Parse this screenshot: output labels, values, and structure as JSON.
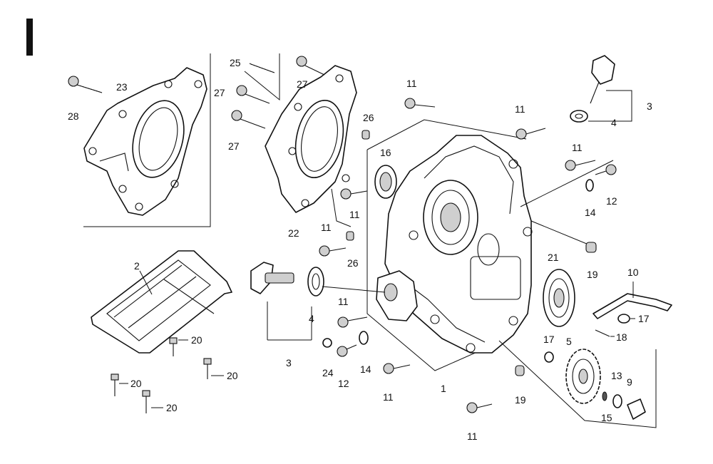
{
  "section_mark": "I",
  "callouts": [
    {
      "id": "c28",
      "text": "28"
    },
    {
      "id": "c23",
      "text": "23"
    },
    {
      "id": "c25",
      "text": "25"
    },
    {
      "id": "c27a",
      "text": "27"
    },
    {
      "id": "c27b",
      "text": "27"
    },
    {
      "id": "c27c",
      "text": "27"
    },
    {
      "id": "c26a",
      "text": "26"
    },
    {
      "id": "c22",
      "text": "22"
    },
    {
      "id": "c26b",
      "text": "26"
    },
    {
      "id": "c11a",
      "text": "11"
    },
    {
      "id": "c11b",
      "text": "11"
    },
    {
      "id": "c11c",
      "text": "11"
    },
    {
      "id": "c11d",
      "text": "11"
    },
    {
      "id": "c11e",
      "text": "11"
    },
    {
      "id": "c11f",
      "text": "11"
    },
    {
      "id": "c11g",
      "text": "11"
    },
    {
      "id": "c11h",
      "text": "11"
    },
    {
      "id": "c3a",
      "text": "3"
    },
    {
      "id": "c4a",
      "text": "4"
    },
    {
      "id": "c12a",
      "text": "12"
    },
    {
      "id": "c14a",
      "text": "14"
    },
    {
      "id": "c16",
      "text": "16"
    },
    {
      "id": "c19a",
      "text": "19"
    },
    {
      "id": "c10",
      "text": "10"
    },
    {
      "id": "c17a",
      "text": "17"
    },
    {
      "id": "c18",
      "text": "18"
    },
    {
      "id": "c21",
      "text": "21"
    },
    {
      "id": "c2",
      "text": "2"
    },
    {
      "id": "c4b",
      "text": "4"
    },
    {
      "id": "c3b",
      "text": "3"
    },
    {
      "id": "c24",
      "text": "24"
    },
    {
      "id": "c12b",
      "text": "12"
    },
    {
      "id": "c14b",
      "text": "14"
    },
    {
      "id": "c1",
      "text": "1"
    },
    {
      "id": "c19b",
      "text": "19"
    },
    {
      "id": "c17b",
      "text": "17"
    },
    {
      "id": "c5",
      "text": "5"
    },
    {
      "id": "c13",
      "text": "13"
    },
    {
      "id": "c9",
      "text": "9"
    },
    {
      "id": "c15",
      "text": "15"
    },
    {
      "id": "c20a",
      "text": "20"
    },
    {
      "id": "c20b",
      "text": "20"
    },
    {
      "id": "c20c",
      "text": "20"
    },
    {
      "id": "c20d",
      "text": "20"
    }
  ]
}
